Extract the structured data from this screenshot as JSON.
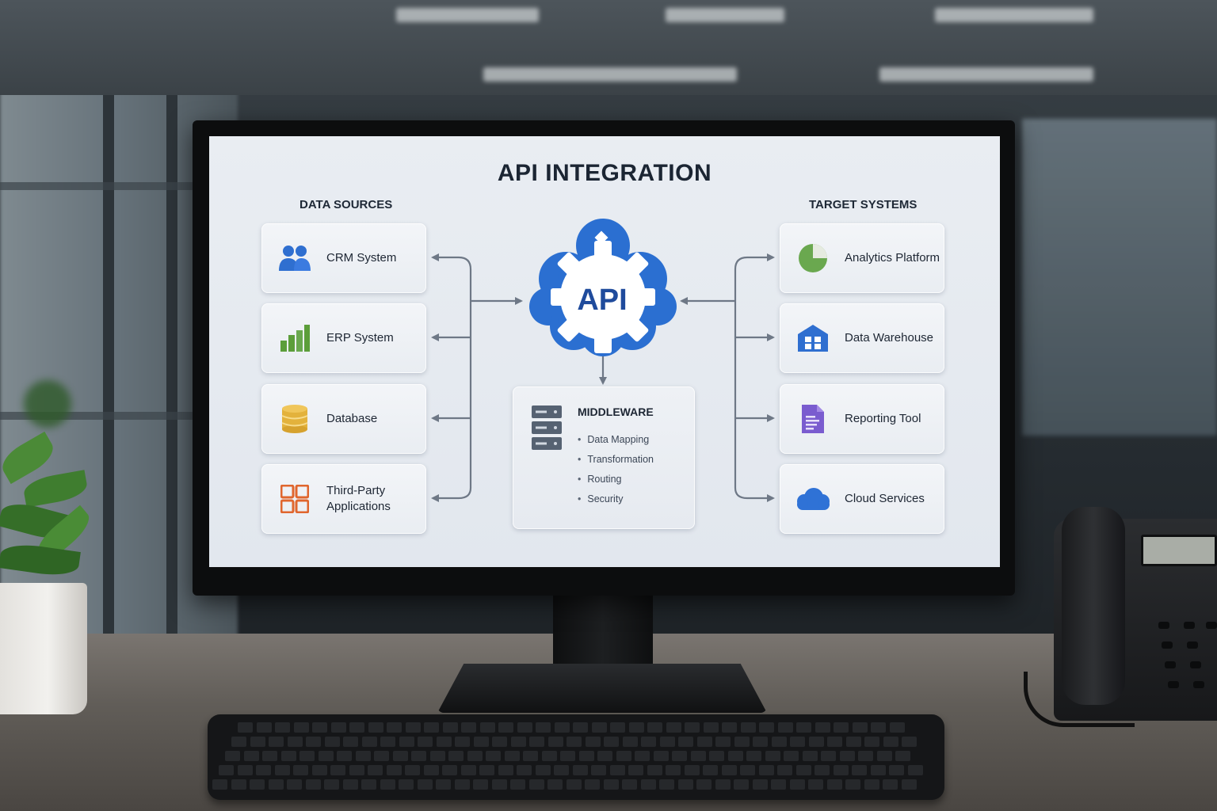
{
  "diagram": {
    "title": "API INTEGRATION",
    "data_sources_label": "DATA SOURCES",
    "target_systems_label": "TARGET SYSTEMS",
    "hub_label": "API",
    "sources": [
      {
        "label": "CRM System",
        "icon": "users-icon"
      },
      {
        "label": "ERP System",
        "icon": "bar-chart-icon"
      },
      {
        "label": "Database",
        "icon": "database-icon"
      },
      {
        "label": "Third-Party\nApplications",
        "icon": "grid-apps-icon"
      }
    ],
    "targets": [
      {
        "label": "Analytics Platform",
        "icon": "pie-chart-icon"
      },
      {
        "label": "Data Warehouse",
        "icon": "warehouse-icon"
      },
      {
        "label": "Reporting Tool",
        "icon": "document-icon"
      },
      {
        "label": "Cloud Services",
        "icon": "cloud-icon"
      }
    ],
    "middleware": {
      "title": "MIDDLEWARE",
      "items": [
        "Data Mapping",
        "Transformation",
        "Routing",
        "Security"
      ]
    },
    "colors": {
      "api_blue": "#2b6fd1",
      "crm_blue": "#2f6fd0",
      "erp_green": "#5c9e3a",
      "database_yellow": "#e3b23c",
      "apps_orange": "#e0662e",
      "analytics_green": "#6aa84f",
      "warehouse_blue": "#2f6fd0",
      "reporting_purple": "#7a5ccf",
      "cloud_blue": "#2f72d6",
      "arrow_gray": "#6e7886"
    }
  }
}
